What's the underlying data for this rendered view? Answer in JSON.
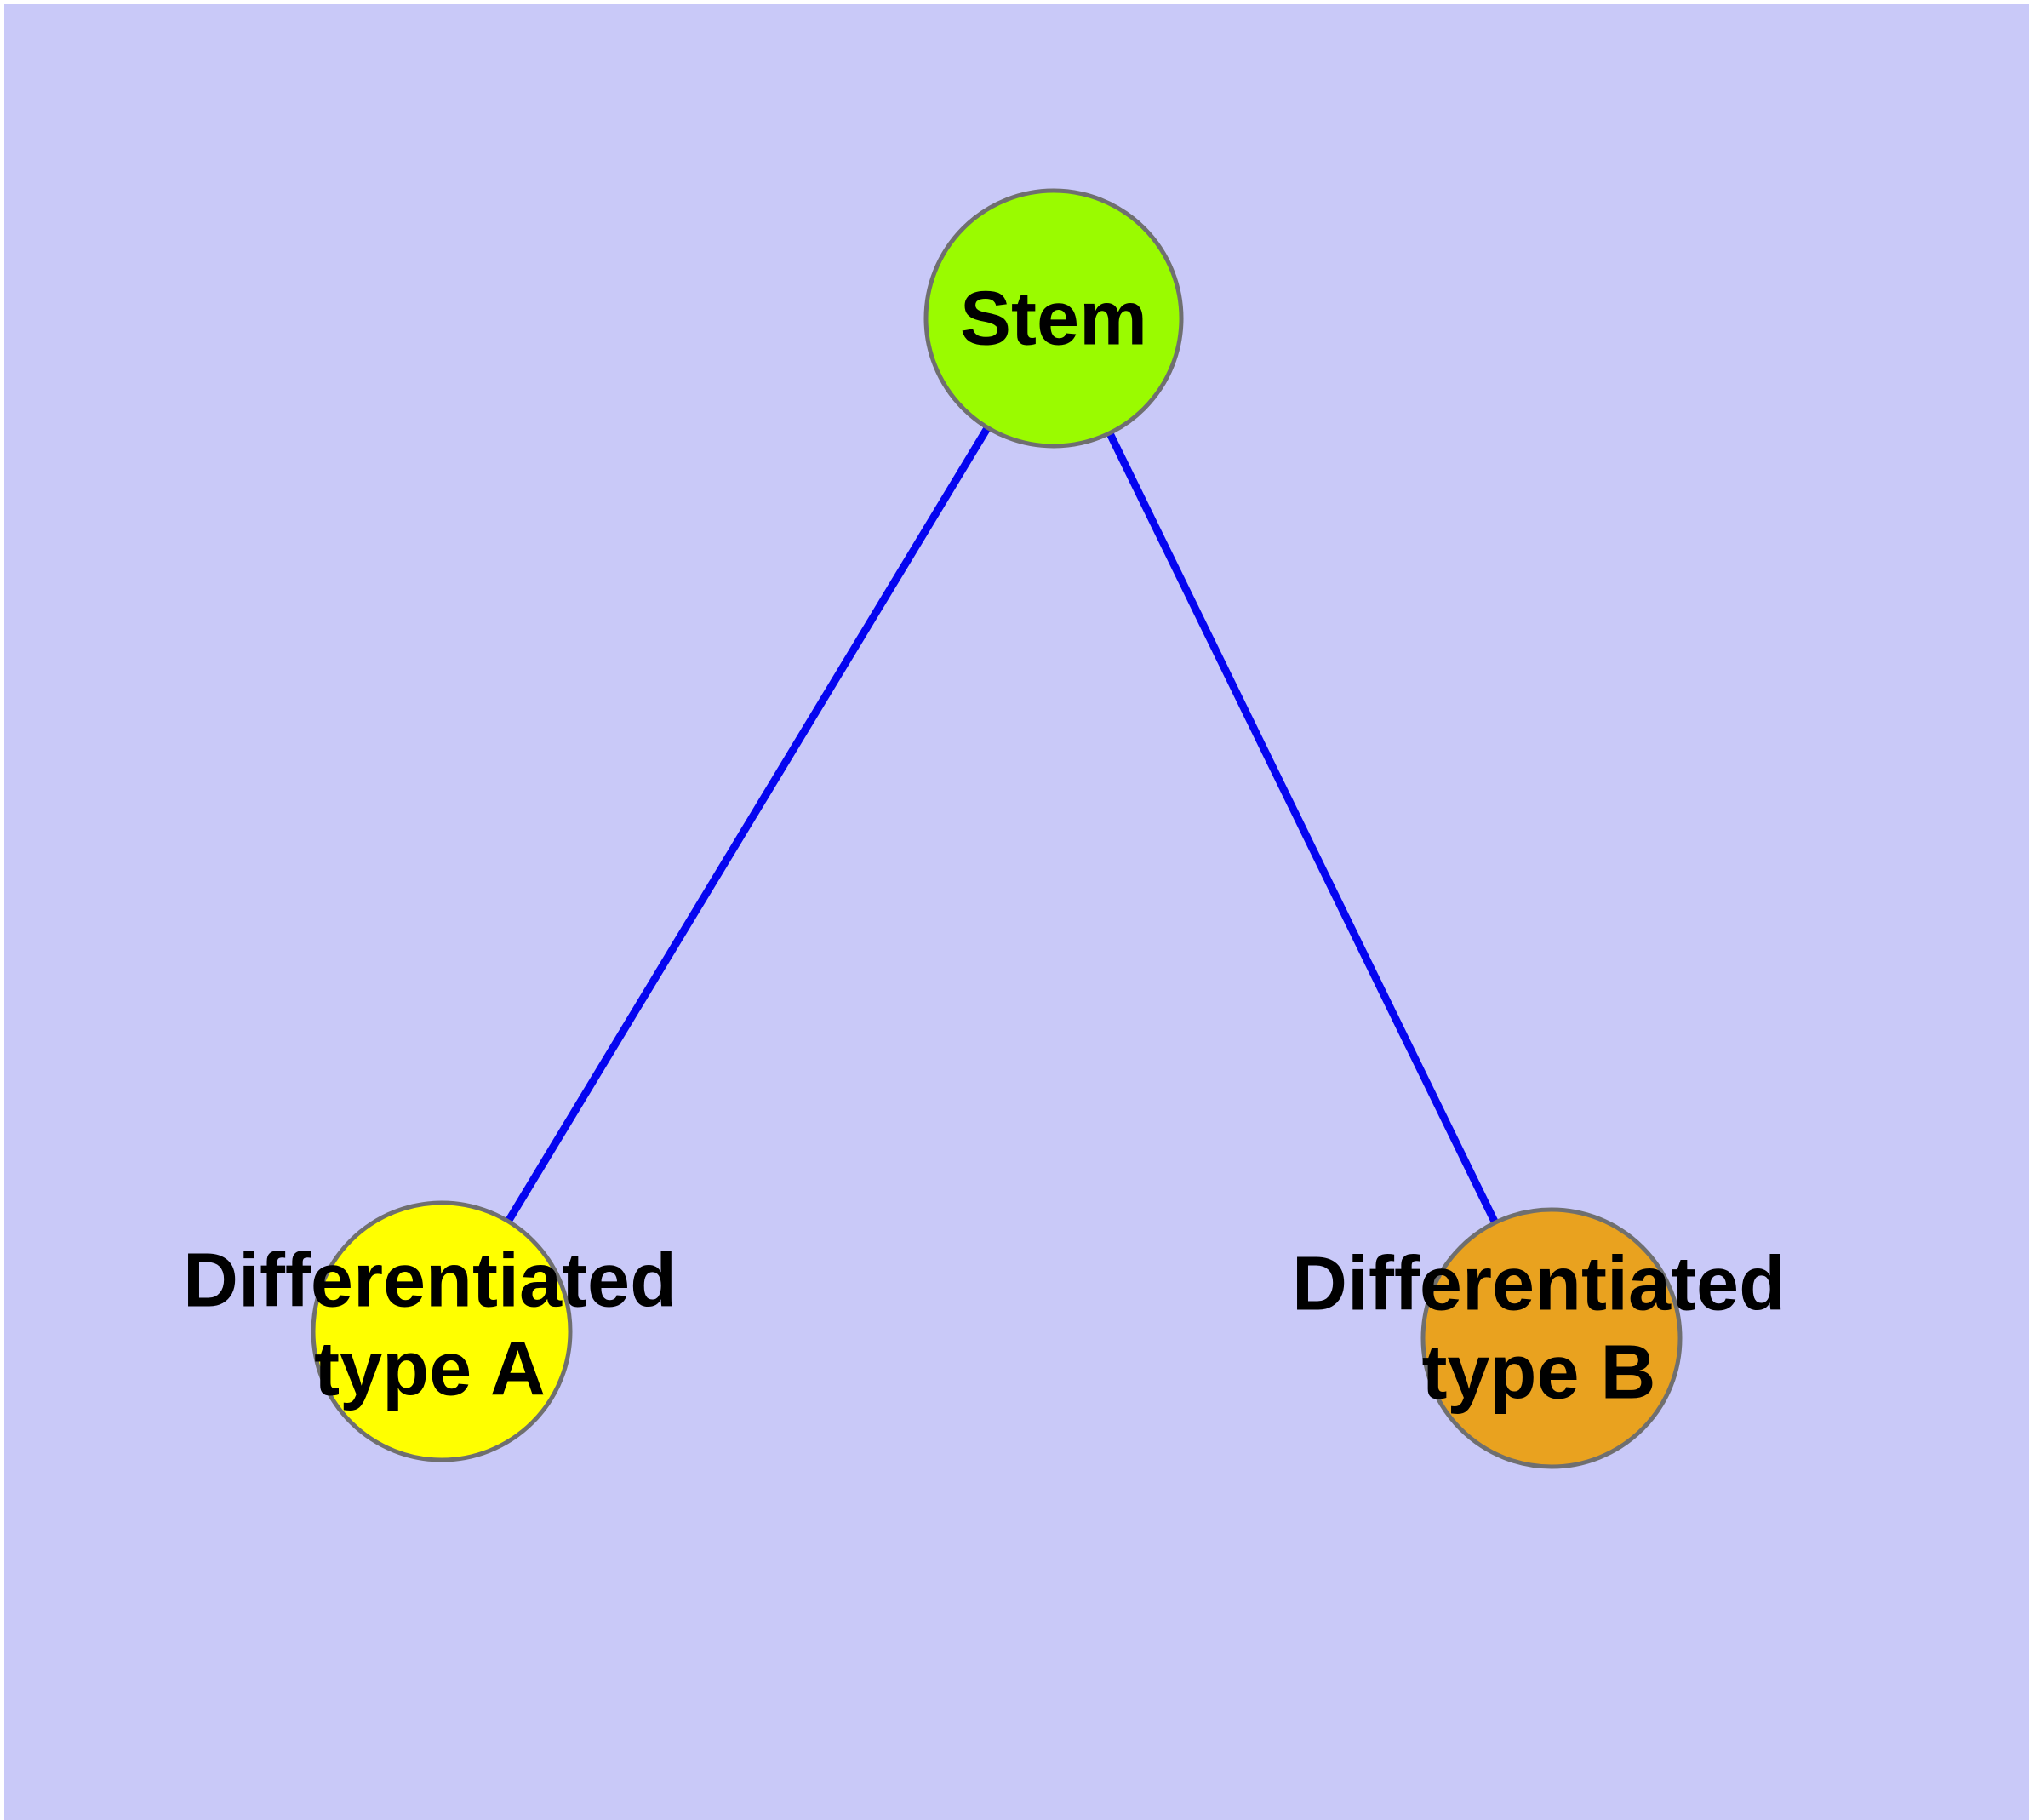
{
  "diagram": {
    "type": "node-link-graph",
    "colors": {
      "page_margin": "#FFFFFF",
      "canvas_background": "#C9C9F8",
      "edge": "#0505F0",
      "node_border": "#6F6F6F",
      "label_text": "#000000"
    },
    "nodes": {
      "stem": {
        "label": "Stem",
        "fill": "#9AFB00"
      },
      "type_a": {
        "label_line1": "Differentiated",
        "label_line2": "type A",
        "fill": "#FFFF00"
      },
      "type_b": {
        "label_line1": "Differentiated",
        "label_line2": "type B",
        "fill": "#E9A21F"
      }
    },
    "edges": [
      {
        "from": "Stem",
        "to": "Differentiated type A"
      },
      {
        "from": "Stem",
        "to": "Differentiated type B"
      }
    ]
  }
}
